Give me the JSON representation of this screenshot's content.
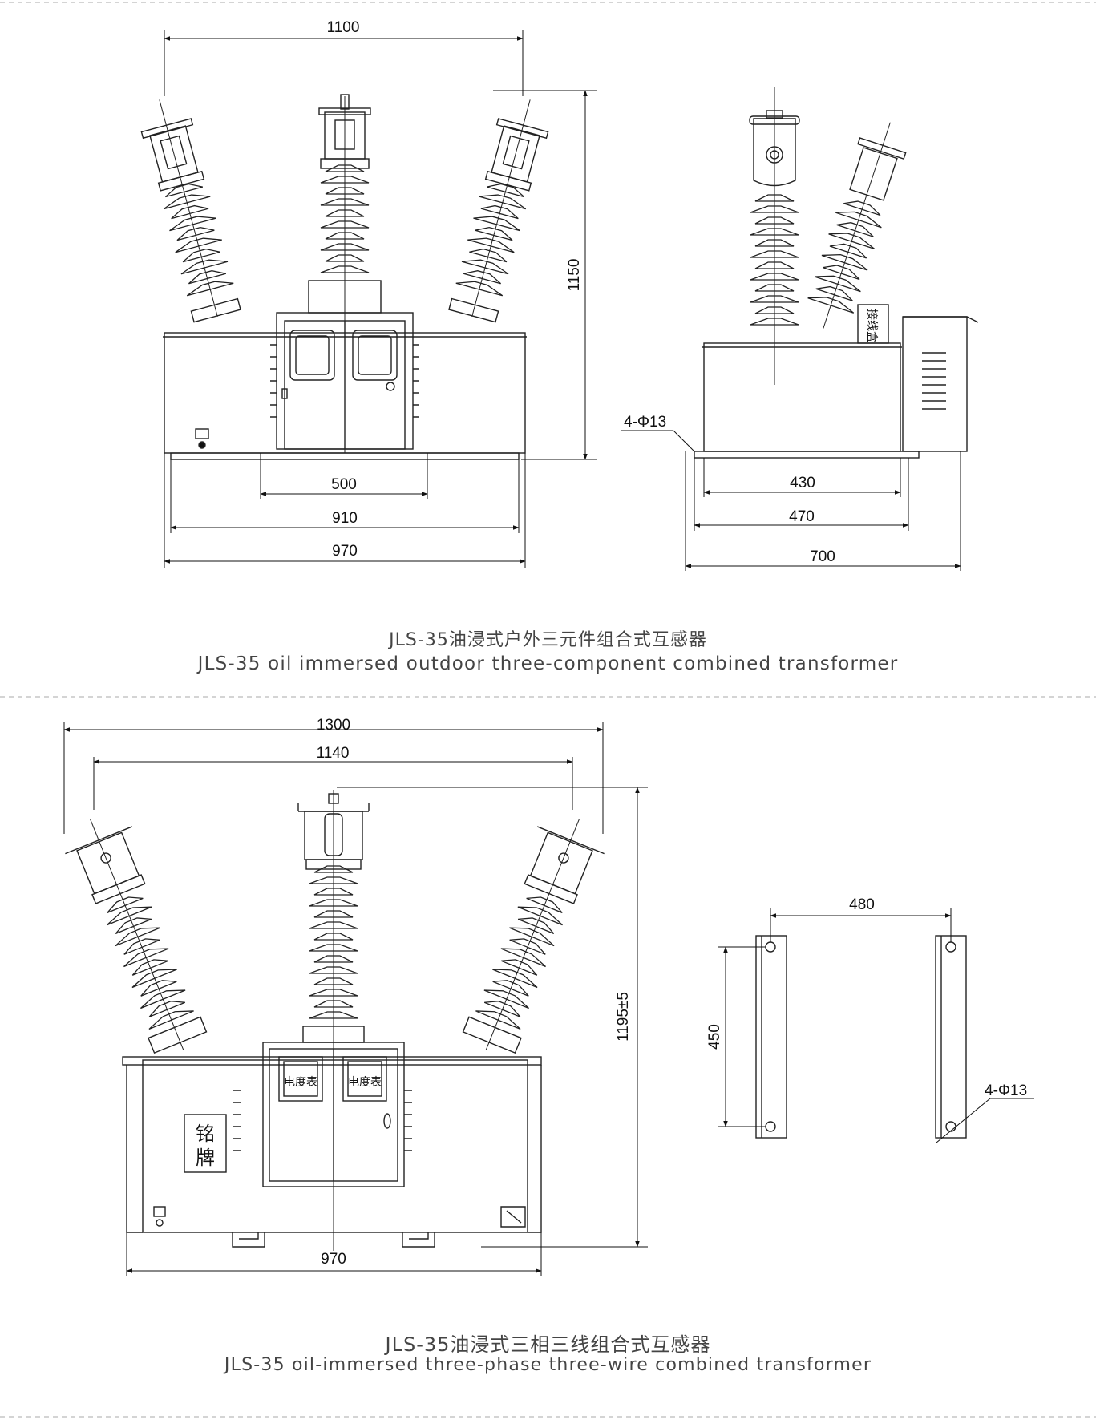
{
  "top_figure": {
    "front_view": {
      "overall_width": "1100",
      "height": "1150",
      "mount_spacing": "500",
      "base_width": "910",
      "total_width": "970"
    },
    "side_view": {
      "hole_spec": "4-Φ13",
      "mount_spacing": "430",
      "base_depth": "470",
      "total_depth": "700",
      "junction_box_label": "接线盒"
    },
    "caption_cn": "JLS-35油浸式户外三元件组合式互感器",
    "caption_en": "JLS-35 oil immersed outdoor three-component combined transformer"
  },
  "bottom_figure": {
    "front_view": {
      "overall_width": "1300",
      "terminal_spacing": "1140",
      "height": "1195±5",
      "base_width": "970",
      "meter_label_left": "电度表",
      "meter_label_right": "电度表",
      "nameplate_line1": "铭",
      "nameplate_line2": "牌"
    },
    "mount_rails": {
      "rail_spacing": "480",
      "hole_spacing": "450",
      "hole_spec": "4-Φ13"
    },
    "caption_cn": "JLS-35油浸式三相三线组合式互感器",
    "caption_en": "JLS-35 oil-immersed three-phase three-wire combined transformer"
  }
}
